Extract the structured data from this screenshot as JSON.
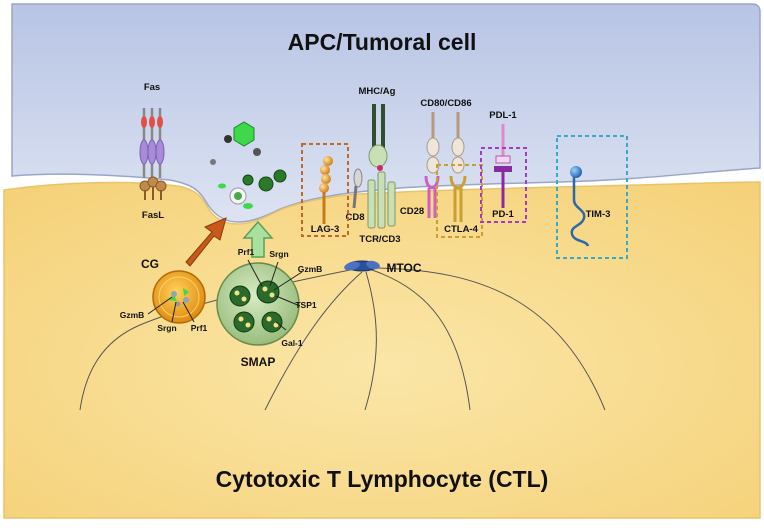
{
  "titles": {
    "top": "APC/Tumoral cell",
    "bottom": "Cytotoxic T Lymphocyte (CTL)"
  },
  "receptors": {
    "fas": "Fas",
    "fasl": "FasL",
    "mhc": "MHC/Ag",
    "cd8": "CD8",
    "tcr": "TCR/CD3",
    "lag3": "LAG-3",
    "cd80": "CD80/CD86",
    "cd28": "CD28",
    "ctla4": "CTLA-4",
    "pdl1": "PDL-1",
    "pd1": "PD-1",
    "tim3": "TIM-3"
  },
  "granules": {
    "cg": "CG",
    "smap": "SMAP",
    "mtoc": "MTOC",
    "gzmb_cg": "GzmB",
    "srgn_cg": "Srgn",
    "prf1_cg": "Prf1",
    "prf1_smap": "Prf1",
    "srgn_smap": "Srgn",
    "gzmb_smap": "GzmB",
    "tsp1": "TSP1",
    "gal1": "Gal-1"
  },
  "colors": {
    "apc_fill": "#c9d3ea",
    "ctl_fill": "#f8d98a",
    "lag3_box": "#c0692a",
    "ctla4_box": "#c8a032",
    "pd1_box": "#a53ac8",
    "tim3_box": "#3aa9c8",
    "cg_fill": "#f0a21c",
    "smap_fill": "#b8d49c",
    "mtoc": "#2c4f9a"
  }
}
